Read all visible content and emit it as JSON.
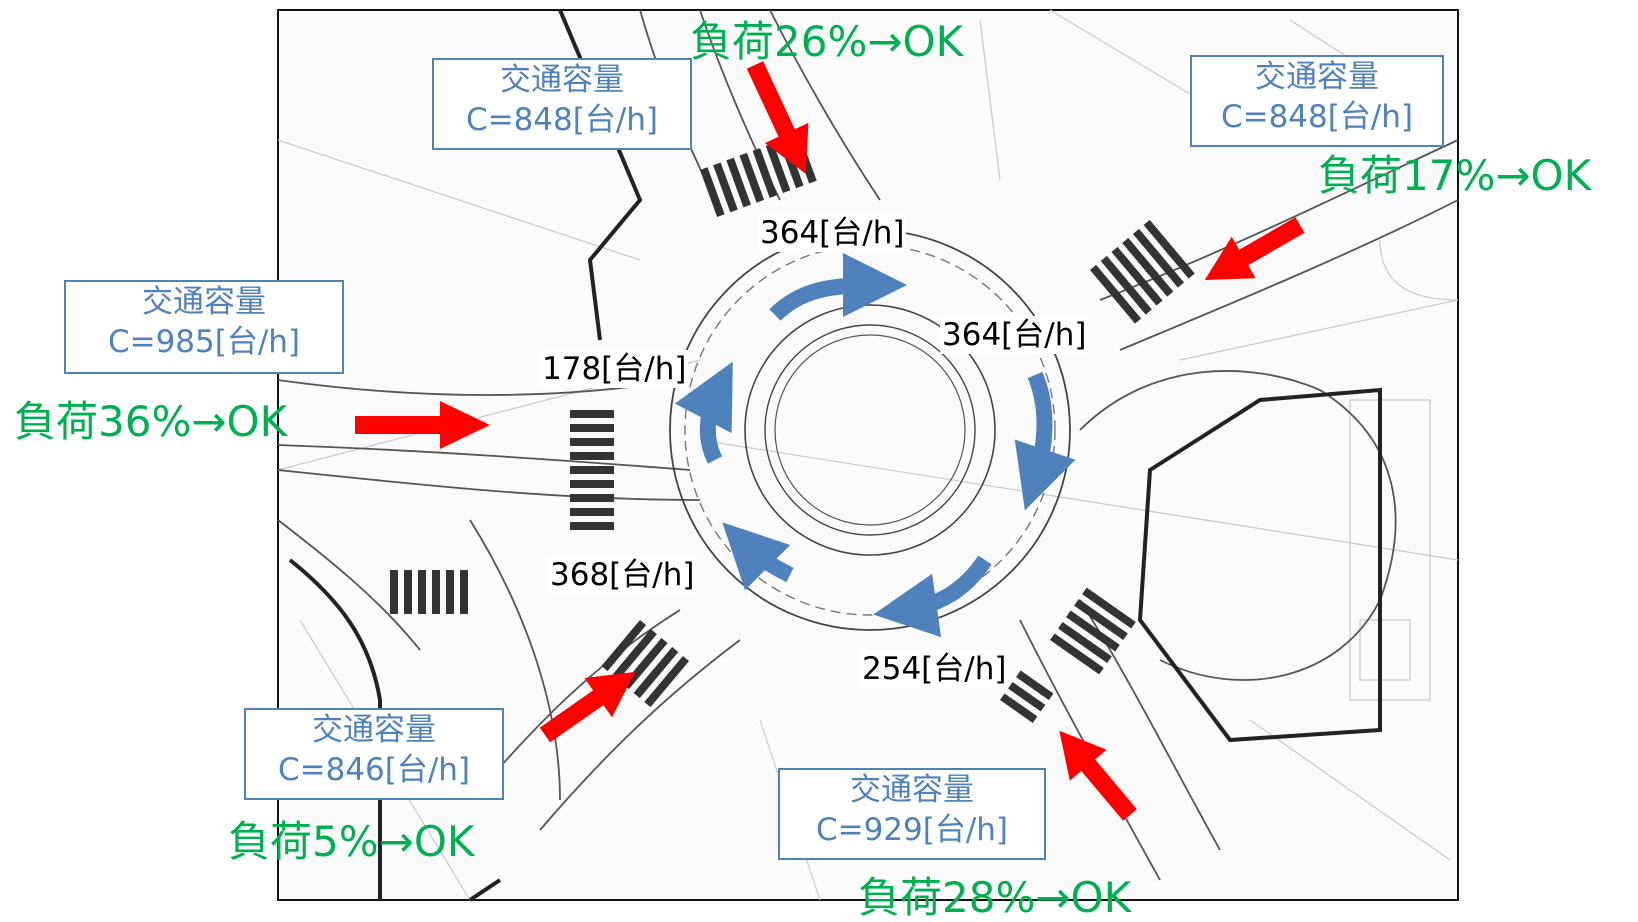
{
  "capacity_boxes": {
    "north": {
      "title": "交通容量",
      "value": "C=848[台/h]"
    },
    "northeast": {
      "title": "交通容量",
      "value": "C=848[台/h]"
    },
    "west": {
      "title": "交通容量",
      "value": "C=985[台/h]"
    },
    "southwest": {
      "title": "交通容量",
      "value": "C=846[台/h]"
    },
    "southeast": {
      "title": "交通容量",
      "value": "C=929[台/h]"
    }
  },
  "loads": {
    "north": "負荷26%→OK",
    "northeast": "負荷17%→OK",
    "west": "負荷36%→OK",
    "southwest": "負荷5%→OK",
    "southeast": "負荷28%→OK"
  },
  "circulating_flows": {
    "north": "364[台/h]",
    "east": "364[台/h]",
    "west": "178[台/h]",
    "southwest": "368[台/h]",
    "south": "254[台/h]"
  },
  "colors": {
    "capacity": "#4f81bd",
    "load_ok": "#00b050",
    "entry_arrow": "#ff0000",
    "circulating_arrow": "#4f81bd",
    "drawing_lines": "#555555"
  },
  "icons": {
    "entry_arrow": "red-arrow-icon",
    "circulating_arrow": "blue-curved-arrow-icon"
  }
}
